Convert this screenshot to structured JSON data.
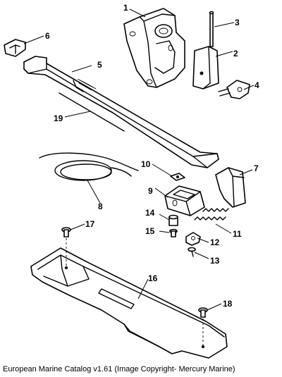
{
  "callouts": {
    "c1": "1",
    "c2": "2",
    "c3": "3",
    "c4": "4",
    "c5": "5",
    "c6": "6",
    "c7": "7",
    "c8": "8",
    "c9": "9",
    "c10": "10",
    "c11": "11",
    "c12": "12",
    "c13": "13",
    "c14": "14",
    "c15": "15",
    "c16": "16",
    "c17": "17",
    "c18": "18",
    "c19": "19"
  },
  "caption": "European Marine Catalog v1.61 (Image Copyright- Mercury Marine)"
}
